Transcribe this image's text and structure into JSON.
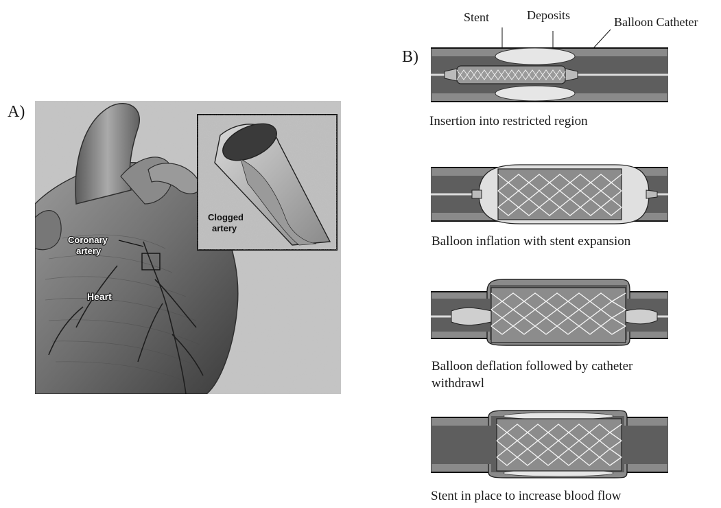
{
  "panel_a": {
    "label": "A)",
    "labels": {
      "coronary_artery_line1": "Coronary",
      "coronary_artery_line2": "artery",
      "heart": "Heart",
      "clogged_line1": "Clogged",
      "clogged_line2": "artery"
    }
  },
  "panel_b": {
    "label": "B)",
    "callouts": {
      "stent": "Stent",
      "deposits": "Deposits",
      "balloon_catheter": "Balloon Catheter"
    },
    "stages": [
      {
        "caption": "Insertion into restricted region"
      },
      {
        "caption": "Balloon inflation with stent expansion"
      },
      {
        "caption": "Balloon deflation followed by catheter",
        "caption_line2": "withdrawl"
      },
      {
        "caption": "Stent in place to increase blood flow"
      }
    ]
  },
  "colors": {
    "vessel_wall": "#7a7a7a",
    "vessel_lumen": "#595959",
    "deposit": "#e8e8e8",
    "background_texture": "#c8c8c8"
  }
}
